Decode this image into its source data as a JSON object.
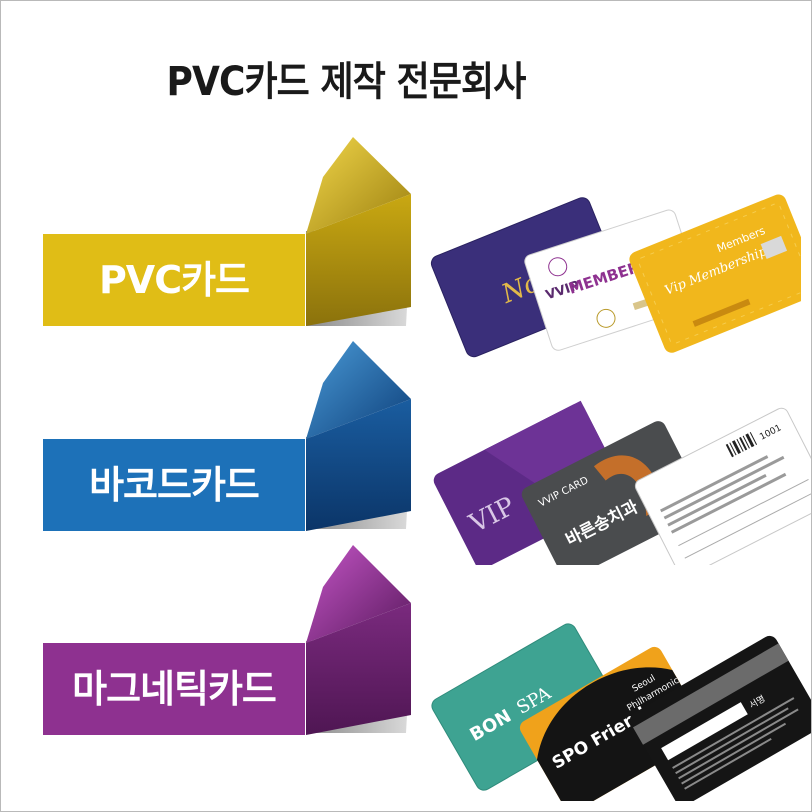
{
  "page": {
    "title": "PVC카드 제작 전문회사"
  },
  "colors": {
    "pvc": "#e0bd16",
    "barcode": "#1d71b8",
    "magnetic": "#8e3190",
    "shadow": "#a7a7a7"
  },
  "sections": [
    {
      "label": "PVC카드",
      "cards": [
        {
          "text": "Noblesse"
        },
        {
          "text": "VVIP",
          "subtext": "MEMBERSHIP"
        },
        {
          "text": "Vip Membership",
          "subtext": "Members"
        }
      ]
    },
    {
      "label": "바코드카드",
      "cards": [
        {
          "text": "VIP"
        },
        {
          "text": "VVIP CARD",
          "subtext": "바른송치과"
        },
        {
          "text": "1001"
        }
      ]
    },
    {
      "label": "마그네틱카드",
      "cards": [
        {
          "text": "BON",
          "subtext": "SPA"
        },
        {
          "text": "SPO Friends",
          "subtext": "Seoul",
          "subtext2": "Philharmonic"
        },
        {
          "text": "서명"
        }
      ]
    }
  ]
}
